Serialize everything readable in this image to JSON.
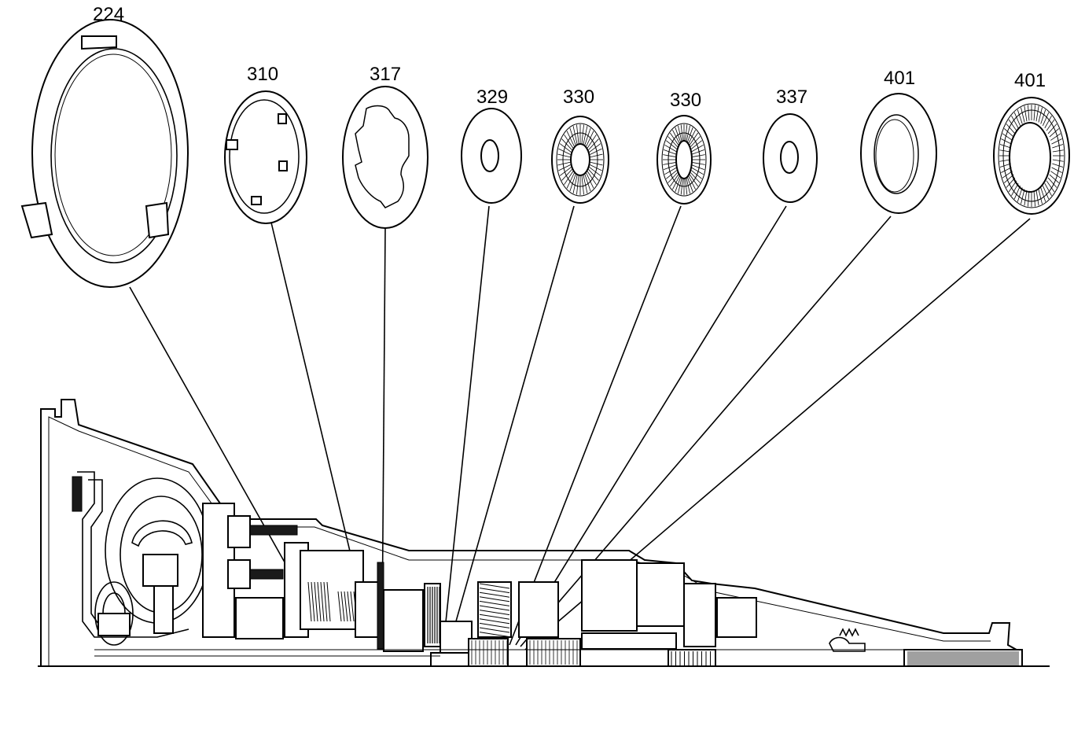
{
  "diagram": {
    "callouts": [
      {
        "id": "c224a",
        "label": "224"
      },
      {
        "id": "c310",
        "label": "310"
      },
      {
        "id": "c317",
        "label": "317"
      },
      {
        "id": "c329",
        "label": "329"
      },
      {
        "id": "c330a",
        "label": "330"
      },
      {
        "id": "c330b",
        "label": "330"
      },
      {
        "id": "c337",
        "label": "337"
      },
      {
        "id": "c401a",
        "label": "401"
      },
      {
        "id": "c401b",
        "label": "401"
      }
    ]
  }
}
